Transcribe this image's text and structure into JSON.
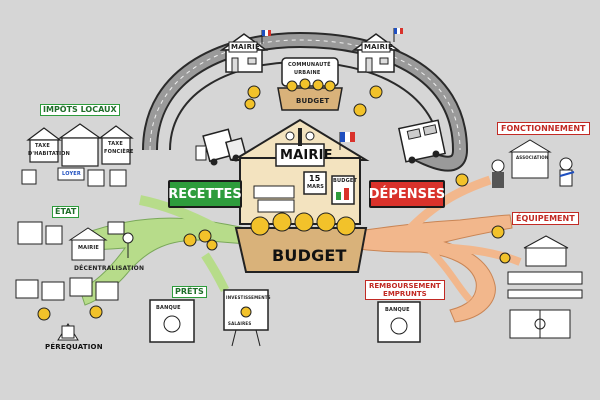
{
  "diagram": {
    "mairie_left": "MAIRIE",
    "mairie_right": "MAIRIE",
    "communaute_line1": "COMMUNAUTÉ",
    "communaute_line2": "URBAINE",
    "budget_top": "BUDGET",
    "mairie_center": "MAIRIE",
    "calendar_number": "15",
    "calendar_month": "MARS",
    "budget_sign": "BUDGET",
    "budget_main": "BUDGET",
    "recettes": "RECETTES",
    "depenses": "DÉPENSES",
    "impots_locaux": "IMPÔTS LOCAUX",
    "taxe_habitation_1": "TAXE",
    "taxe_habitation_2": "D'HABITATION",
    "taxe_fonciere_1": "TAXE",
    "taxe_fonciere_2": "FONCIÈRE",
    "loyer": "LOYER",
    "etat": "ÉTAT",
    "mairie_small": "MAIRIE",
    "decentralisation": "DÉCENTRALISATION",
    "perequation": "PÉREQUATION",
    "prets": "PRÊTS",
    "banque_left": "BANQUE",
    "investissements": "INVESTISSEMENTS",
    "remboursement_line1": "REMBOURSEMENT",
    "remboursement_line2": "EMPRUNTS",
    "banque_right": "BANQUE",
    "fonctionnement": "FONCTIONNEMENT",
    "association": "ASSOCIATION",
    "equipement": "ÉQUIPEMENT",
    "salaires": "SALAIRES"
  },
  "colors": {
    "green": "#2e9c3c",
    "red": "#d9322b",
    "recettes_stream": "#b7dc8a",
    "depenses_stream": "#f2b78c",
    "money_bag": "#f2c22a",
    "road": "#8f8f8f"
  },
  "icons": [
    "money-bag-icon",
    "french-flag-icon",
    "truck-icon",
    "bus-icon",
    "bank-icon",
    "building-icon",
    "calendar-icon"
  ]
}
